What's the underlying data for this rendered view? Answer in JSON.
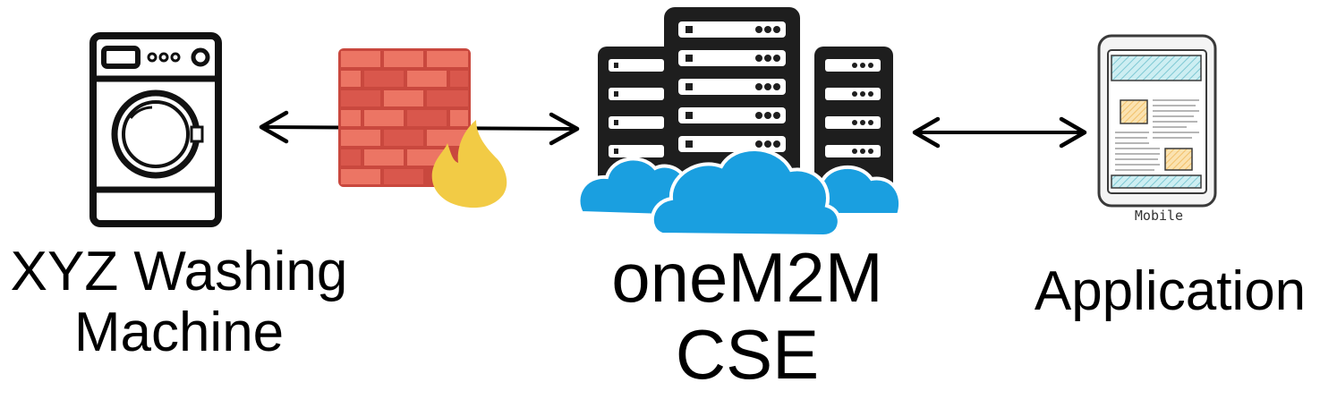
{
  "nodes": {
    "washer": {
      "line1": "XYZ Washing",
      "line2": "Machine",
      "icon": "washing-machine-icon"
    },
    "firewall": {
      "icon": "firewall-icon"
    },
    "cse": {
      "line1": "oneM2M",
      "line2": "CSE",
      "icon": "server-cloud-icon"
    },
    "application": {
      "label": "Application",
      "device_caption": "Mobile",
      "icon": "mobile-phone-icon"
    }
  },
  "connections": [
    {
      "from": "washer",
      "to": "cse",
      "direction": "bidirectional"
    },
    {
      "from": "cse",
      "to": "application",
      "direction": "bidirectional"
    }
  ],
  "colors": {
    "line": "#000000",
    "brick_light": "#EC7564",
    "brick_dark": "#C9483E",
    "flame": "#F2CB45",
    "server": "#1E1E1E",
    "cloud": "#1A9FE0",
    "screen_hatch": "#A7DCE3",
    "screen_box": "#F6C97B"
  }
}
